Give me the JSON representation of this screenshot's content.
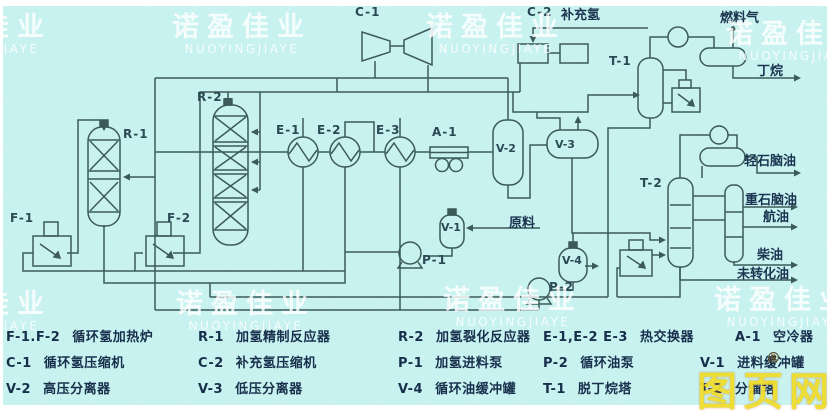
{
  "watermark": {
    "cn": "诺盈佳业",
    "en": "NUOYINGJIAYE"
  },
  "site_watermark": {
    "text": "图页网",
    "registered": "®"
  },
  "colors": {
    "background": "#c7f2ef",
    "line": "#3c5a58",
    "tag_text": "#2c4a55",
    "legend_text": "#182f4c",
    "site_watermark": "#f0dd2c",
    "brand_watermark": "#ffffff"
  },
  "diagram": {
    "tags": {
      "c1": "C-1",
      "c2": "C-2",
      "t1": "T-1",
      "t2": "T-2",
      "r1": "R-1",
      "r2": "R-2",
      "f1": "F-1",
      "f2": "F-2",
      "e1": "E-1",
      "e2": "E-2",
      "e3": "E-3",
      "a1": "A-1",
      "v1": "V-1",
      "v2": "V-2",
      "v3": "V-3",
      "v4": "V-4",
      "p1": "P-1",
      "p2": "P-2"
    },
    "streams": {
      "makeup_hydrogen": "补充氢",
      "fuel_gas": "燃料气",
      "butane": "丁烷",
      "feed": "原料",
      "light_naphtha": "轻石脑油",
      "heavy_naphtha": "重石脑油",
      "jet_fuel": "航油",
      "diesel": "柴油",
      "unconverted_oil": "未转化油"
    }
  },
  "legend": {
    "rows": [
      [
        {
          "code": "F-1.F-2",
          "name": "循环氢加热炉"
        },
        {
          "code": "R-1",
          "name": "加氢精制反应器"
        },
        {
          "code": "R-2",
          "name": "加氢裂化反应器"
        },
        {
          "code": "E-1,E-2 E-3",
          "name": "热交换器"
        },
        {
          "code": "A-1",
          "name": "空冷器"
        }
      ],
      [
        {
          "code": "C-1",
          "name": "循环氢压缩机"
        },
        {
          "code": "C-2",
          "name": "补充氢压缩机"
        },
        {
          "code": "P-1",
          "name": "加氢进料泵"
        },
        {
          "code": "P-2",
          "name": "循环油泵"
        },
        {
          "code": "V-1",
          "name": "进料缓冲罐"
        }
      ],
      [
        {
          "code": "V-2",
          "name": "高压分离器"
        },
        {
          "code": "V-3",
          "name": "低压分离器"
        },
        {
          "code": "V-4",
          "name": "循环油缓冲罐"
        },
        {
          "code": "T-1",
          "name": "脱丁烷塔"
        },
        {
          "code": "T-2",
          "name": "分馏塔"
        }
      ]
    ]
  }
}
